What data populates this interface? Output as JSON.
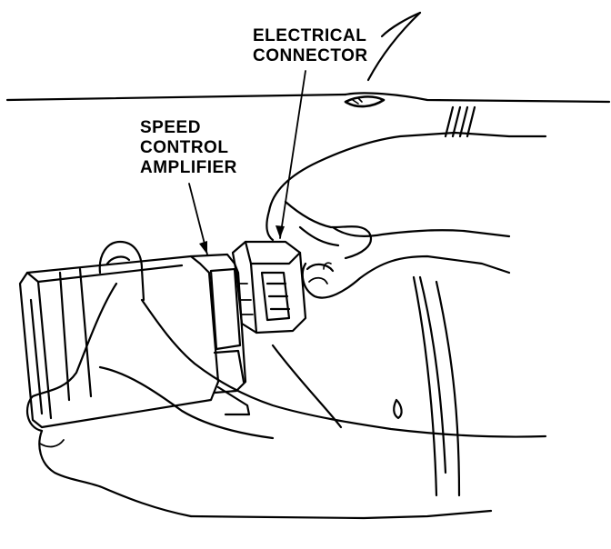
{
  "labels": {
    "connector": [
      "ELECTRICAL",
      "CONNECTOR"
    ],
    "amplifier": [
      "SPEED",
      "CONTROL",
      "AMPLIFIER"
    ]
  },
  "colors": {
    "ink": "#000000",
    "paper": "#ffffff"
  }
}
